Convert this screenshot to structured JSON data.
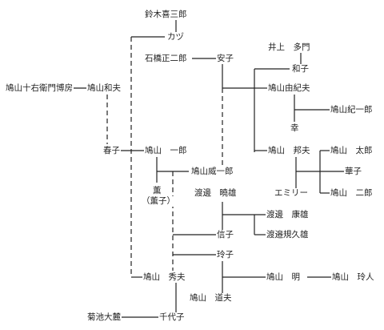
{
  "people": {
    "suzuki_kisaburo": "鈴木喜三郎",
    "kazu": "カヅ",
    "ishibashi_shojiro": "石橋正二郎",
    "yasuko": "安子",
    "inoue_tamon": "井上　多門",
    "kazuko": "和子",
    "hatoyama_jueimon": "鳩山十右衛門博房",
    "hatoyama_kazuo": "鳩山和夫",
    "hatoyama_yukio": "鳩山由紀夫",
    "hatoyama_kiichiro": "鳩山紀一郎",
    "miyuki": "幸",
    "haruko": "春子",
    "hatoyama_ichiro": "鳩山　一郎",
    "hatoyama_kunio": "鳩山　邦夫",
    "hatoyama_taro": "鳩山　太郎",
    "hatoyama_iichiro": "鳩山威一郎",
    "hanako": "華子",
    "kaoru": "薫",
    "kaoruko": "（薫子）",
    "watanabe_akio": "渡邊　曉雄",
    "emily": "エミリー",
    "hatoyama_jiro": "鳩山　二郎",
    "watanabe_yasuo": "渡邊　康雄",
    "nobuko": "信子",
    "watanabe_kikuo": "渡邉規久雄",
    "reiko": "玲子",
    "hatoyama_akira": "鳩山　明",
    "hatoyama_reito": "鳩山　玲人",
    "hatoyama_hideo": "鳩山　秀夫",
    "hatoyama_michio": "鳩山　道夫",
    "kikuchi_dairoku": "菊池大麓",
    "chiyoko": "千代子"
  }
}
